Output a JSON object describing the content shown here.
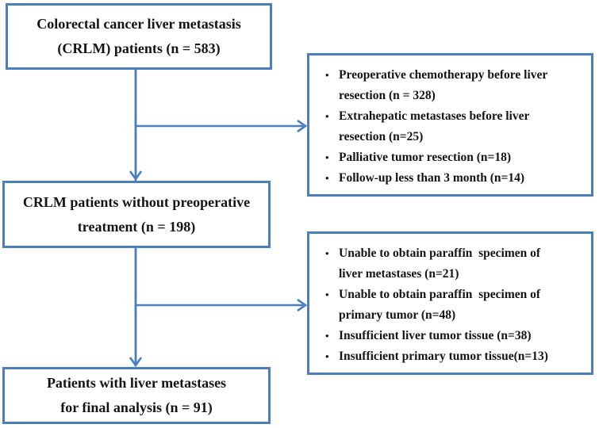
{
  "figure": {
    "accent_color": "#4a7ebc",
    "text_color": "#141414",
    "background_color": "#ffffff",
    "bullet_glyph": "•"
  },
  "flowchart": {
    "initial_box": {
      "text": "Colorectal cancer liver metastasis\n(CRLM) patients (n = 583)",
      "n": 583
    },
    "no_preop_box": {
      "text": "CRLM patients without preoperative\ntreatment (n = 198)",
      "n": 198
    },
    "final_box": {
      "text": "Patients with liver metastases\nfor final analysis (n = 91)",
      "n": 91
    },
    "exclusions_1": {
      "items": [
        "Preoperative chemotherapy before liver\nresection (n = 328)",
        "Extrahepatic metastases before liver\nresection (n=25)",
        "Palliative tumor resection (n=18)",
        "Follow-up less than 3 month (n=14)"
      ]
    },
    "exclusions_2": {
      "items": [
        "Unable to obtain paraffin  specimen of\nliver metastases (n=21)",
        "Unable to obtain paraffin  specimen of\nprimary tumor (n=48)",
        "Insufficient liver tumor tissue (n=38)",
        "Insufficient primary tumor tissue(n=13)"
      ]
    }
  }
}
